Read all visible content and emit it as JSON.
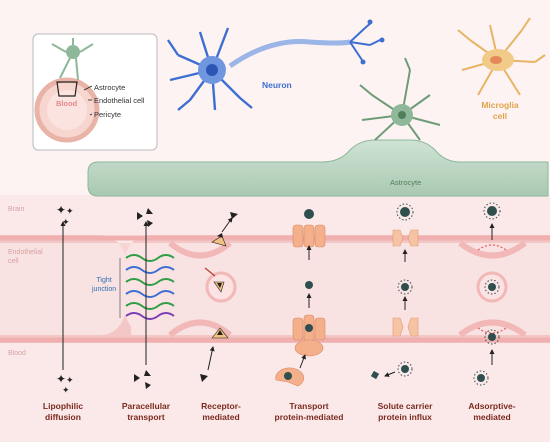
{
  "inset": {
    "labels": [
      "Astrocyte",
      "Endothelial cell",
      "Pericyte"
    ],
    "blood_label": "Blood"
  },
  "cells": {
    "neuron": "Neuron",
    "astrocyte_top": "",
    "microglia": [
      "Microglia",
      "cell"
    ],
    "astrocyte_band": "Astrocyte"
  },
  "regions": {
    "brain": "Brain",
    "endothelial": [
      "Endothelial",
      "cell"
    ],
    "blood": "Blood"
  },
  "tight_junction": [
    "Tight",
    "junction"
  ],
  "mechanisms": [
    {
      "line1": "Lipophilic",
      "line2": "diffusion"
    },
    {
      "line1": "Paracellular",
      "line2": "transport"
    },
    {
      "line1": "Receptor-",
      "line2": "mediated"
    },
    {
      "line1": "Transport",
      "line2": "protein-mediated"
    },
    {
      "line1": "Solute carrier",
      "line2": "protein influx"
    },
    {
      "line1": "Adsorptive-",
      "line2": "mediated"
    }
  ],
  "colors": {
    "background_pink": "#fbe8e8",
    "membrane": "#f2b8b8",
    "astrocyte_green": "#8fb89a",
    "neuron_blue": "#3d6fd1",
    "microglia_orange": "#e8b465",
    "label_dark_red": "#7a2a1e"
  }
}
